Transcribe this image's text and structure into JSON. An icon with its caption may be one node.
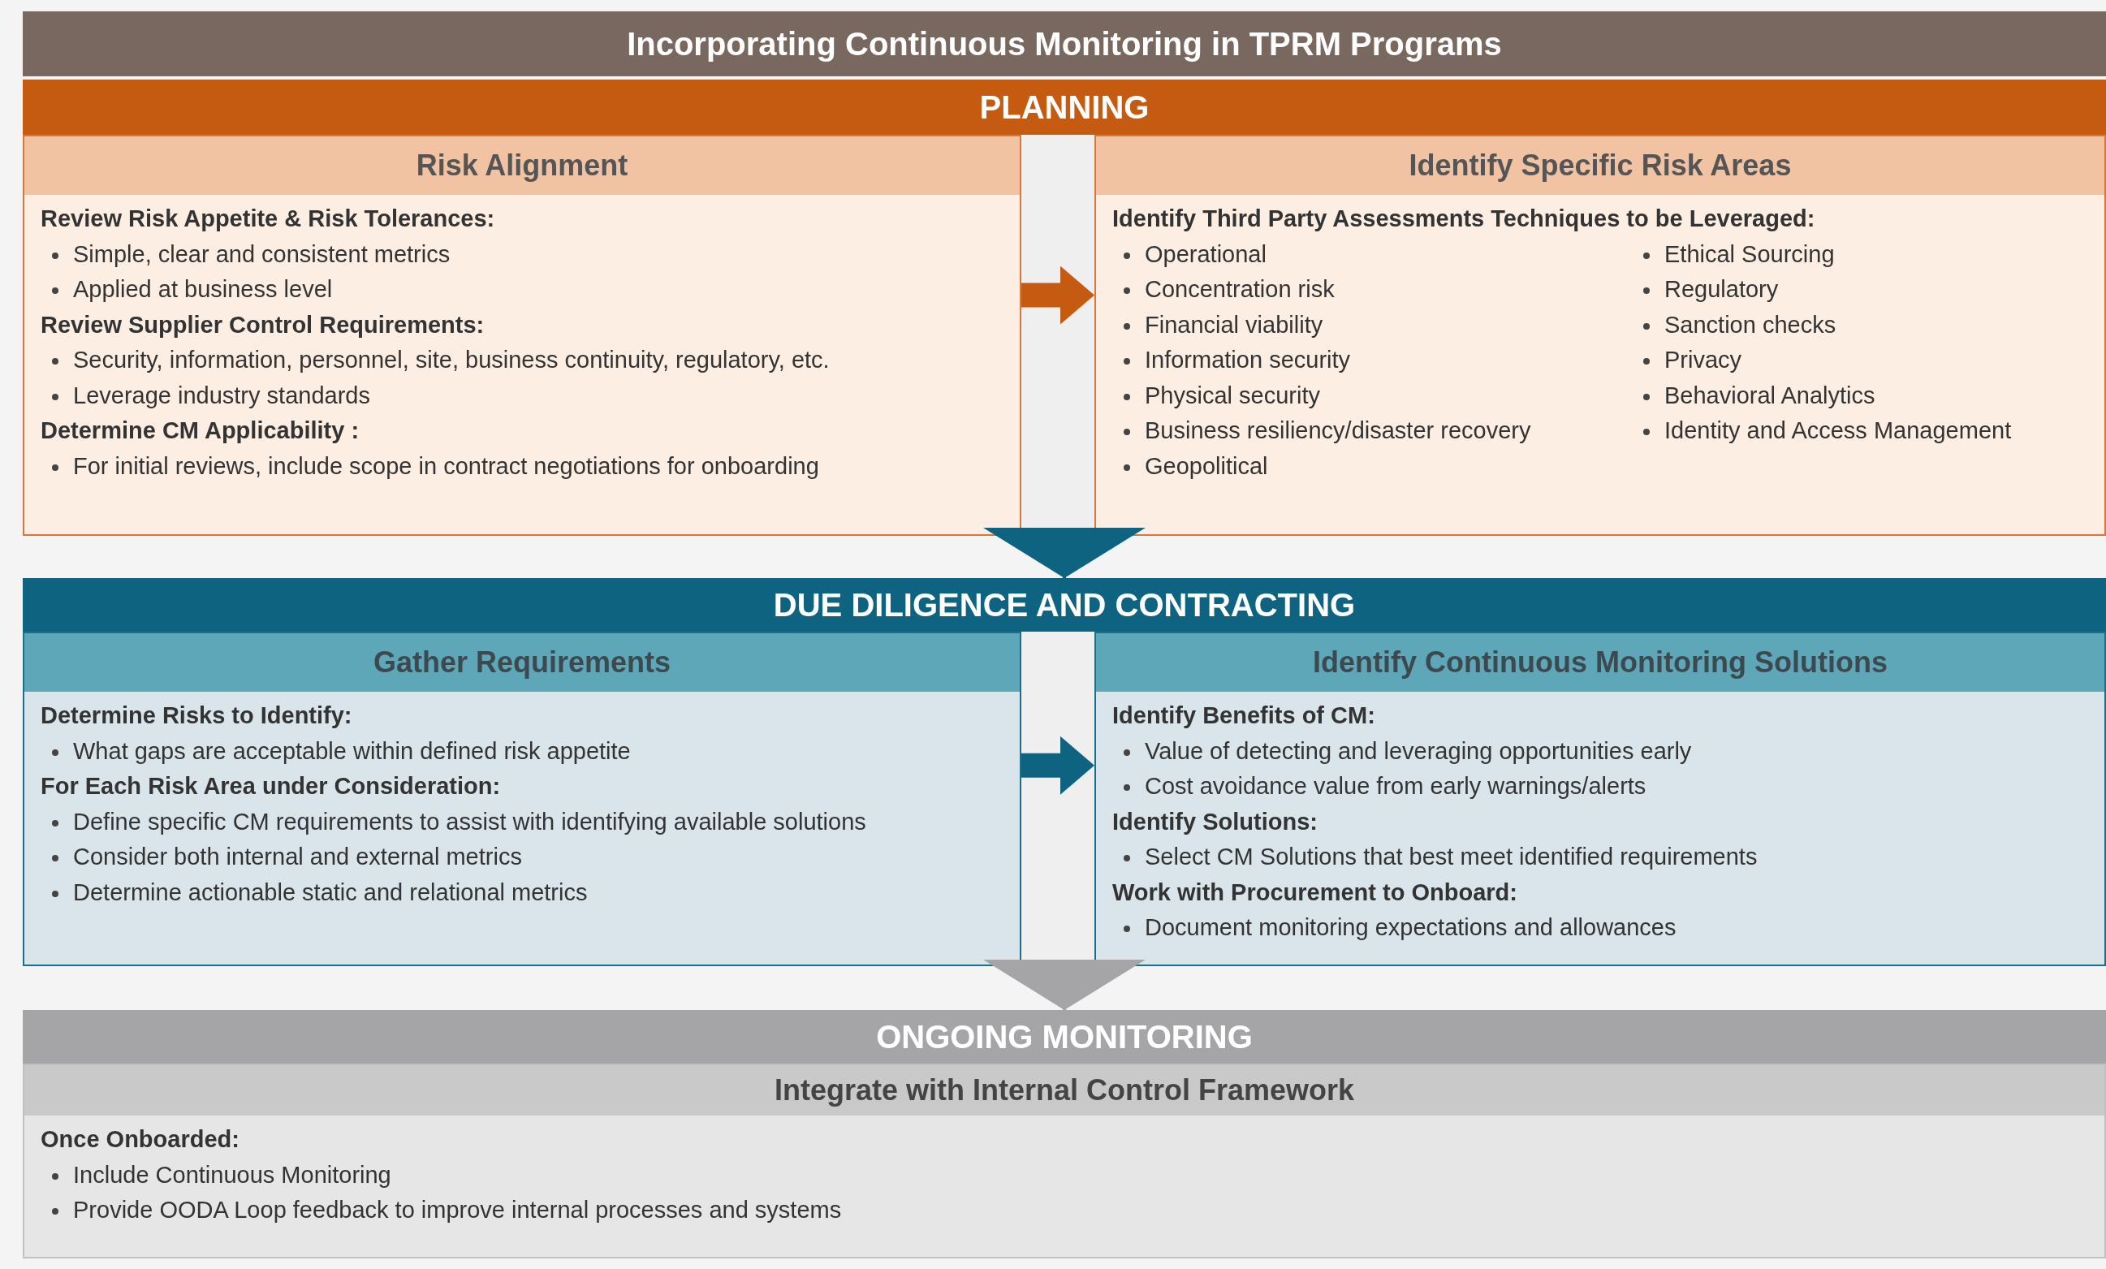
{
  "diagram": {
    "title": "Incorporating Continuous Monitoring in TPRM Programs",
    "nodes": [
      {
        "text": [
          "PLANNING"
        ]
      },
      {
        "text": [
          "Risk Alignment",
          "Review Risk Appetite & Risk Tolerances:",
          "Simple, clear and consistent metrics",
          "Applied at business level",
          "Review Supplier Control Requirements:",
          "Security, information, personnel, site, business continuity, regulatory, etc.",
          "Leverage industry standards",
          "Determine CM Applicability :",
          "For initial reviews, include scope in contract negotiations for onboarding"
        ],
        "in": 0
      },
      {
        "text": [
          "Identify Specific Risk Areas",
          "Identify Third Party Assessments Techniques to be Leveraged:",
          "Operational",
          "Concentration risk",
          "Financial viability",
          "Information security",
          "Physical security",
          "Business resiliency/disaster recovery",
          "Geopolitical",
          "Ethical Sourcing",
          "Regulatory",
          "Sanction checks",
          "Privacy",
          "Behavioral Analytics",
          "Identity and Access Management"
        ],
        "in": 0
      },
      {
        "text": [
          "DUE DILIGENCE AND CONTRACTING"
        ]
      },
      {
        "text": [
          "Gather Requirements",
          "Determine Risks to Identify:",
          "What gaps are acceptable within defined risk appetite",
          "For Each Risk Area under Consideration:",
          "Define specific CM requirements to assist with identifying available solutions",
          "Consider both internal and external metrics",
          "Determine actionable static and relational metrics"
        ],
        "in": 3
      },
      {
        "text": [
          "Identify Continuous Monitoring Solutions",
          "Identify Benefits of CM:",
          "Value of detecting and leveraging opportunities early",
          "Cost avoidance value from early warnings/alerts",
          "Identify Solutions:",
          "Select CM Solutions that best meet identified requirements",
          "Work with Procurement to Onboard:",
          "Document monitoring expectations and allowances"
        ],
        "in": 3
      },
      {
        "text": [
          "ONGOING MONITORING"
        ]
      },
      {
        "text": [
          "Integrate with Internal Control Framework",
          "Once Onboarded:",
          "Include Continuous Monitoring",
          "Provide OODA Loop feedback to improve internal processes and systems"
        ],
        "in": 6
      }
    ],
    "edges": [
      {
        "from": 1,
        "to": 2,
        "arrow": "to",
        "style": "thick",
        "color": "#c55a11"
      },
      {
        "from": 0,
        "to": 3,
        "arrow": "to"
      },
      {
        "from": 4,
        "to": 5,
        "arrow": "to",
        "style": "thick"
      },
      {
        "from": 3,
        "to": 6,
        "arrow": "to",
        "color": "#a5a5a7"
      }
    ]
  }
}
